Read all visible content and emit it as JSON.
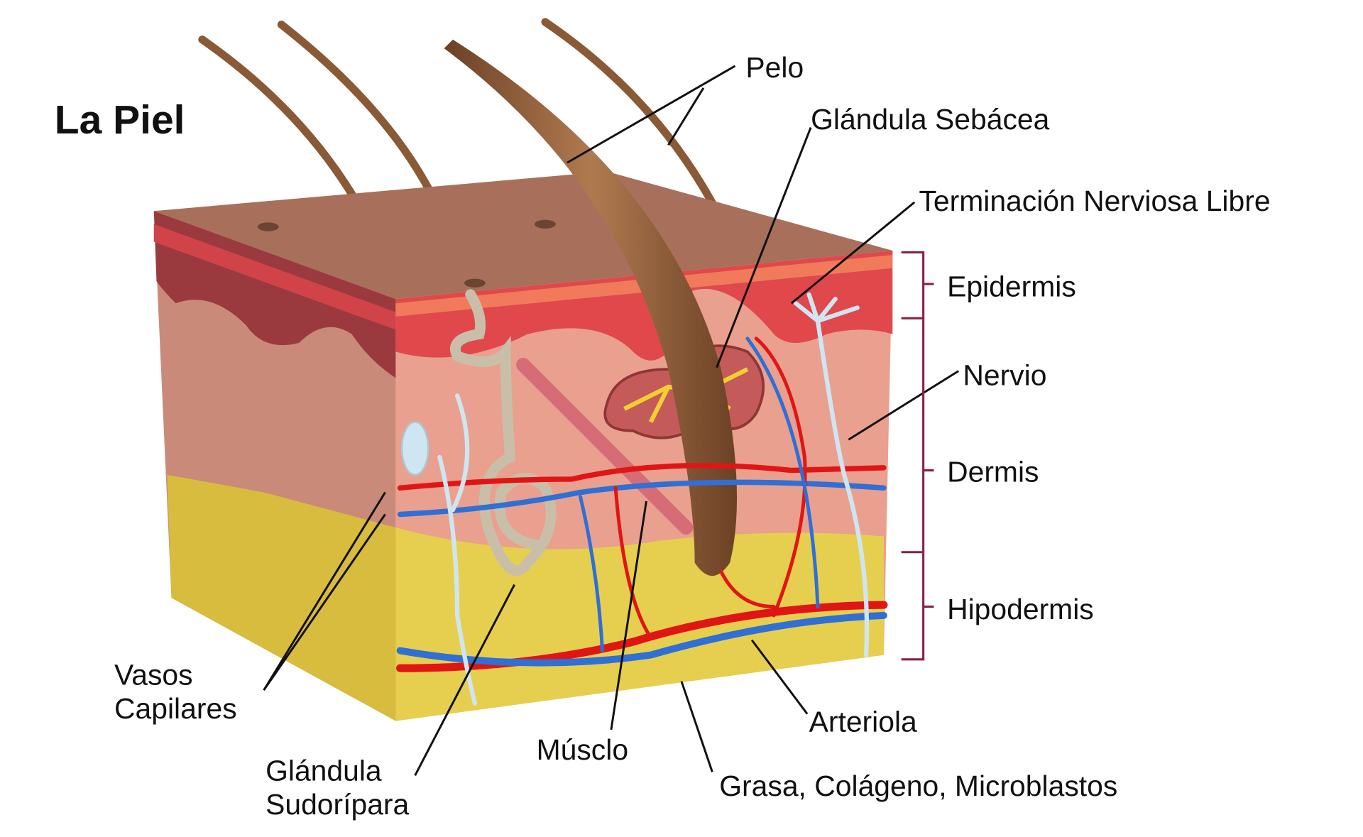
{
  "title": "La Piel",
  "labels": {
    "pelo": "Pelo",
    "glandula_sebacea": "Glándula Sebácea",
    "terminacion": "Terminación Nerviosa Libre",
    "epidermis": "Epidermis",
    "nervio": "Nervio",
    "dermis": "Dermis",
    "hipodermis": "Hipodermis",
    "vasos_line1": "Vasos",
    "vasos_line2": "Capilares",
    "sudoripara_line1": "Glándula",
    "sudoripara_line2": "Sudorípara",
    "musculo": "Músclo",
    "arteriola": "Arteriola",
    "grasa": "Grasa, Colágeno, Microblastos"
  },
  "colors": {
    "skin_top": "#a8705a",
    "epidermis": "#e0484c",
    "dermis": "#e9a08e",
    "hypodermis": "#e6cf4e",
    "artery": "#e01616",
    "vein": "#2f6fd6",
    "nerve": "#cfe6f2",
    "hair": "#8a5a36",
    "bracket": "#8a1f4a"
  }
}
